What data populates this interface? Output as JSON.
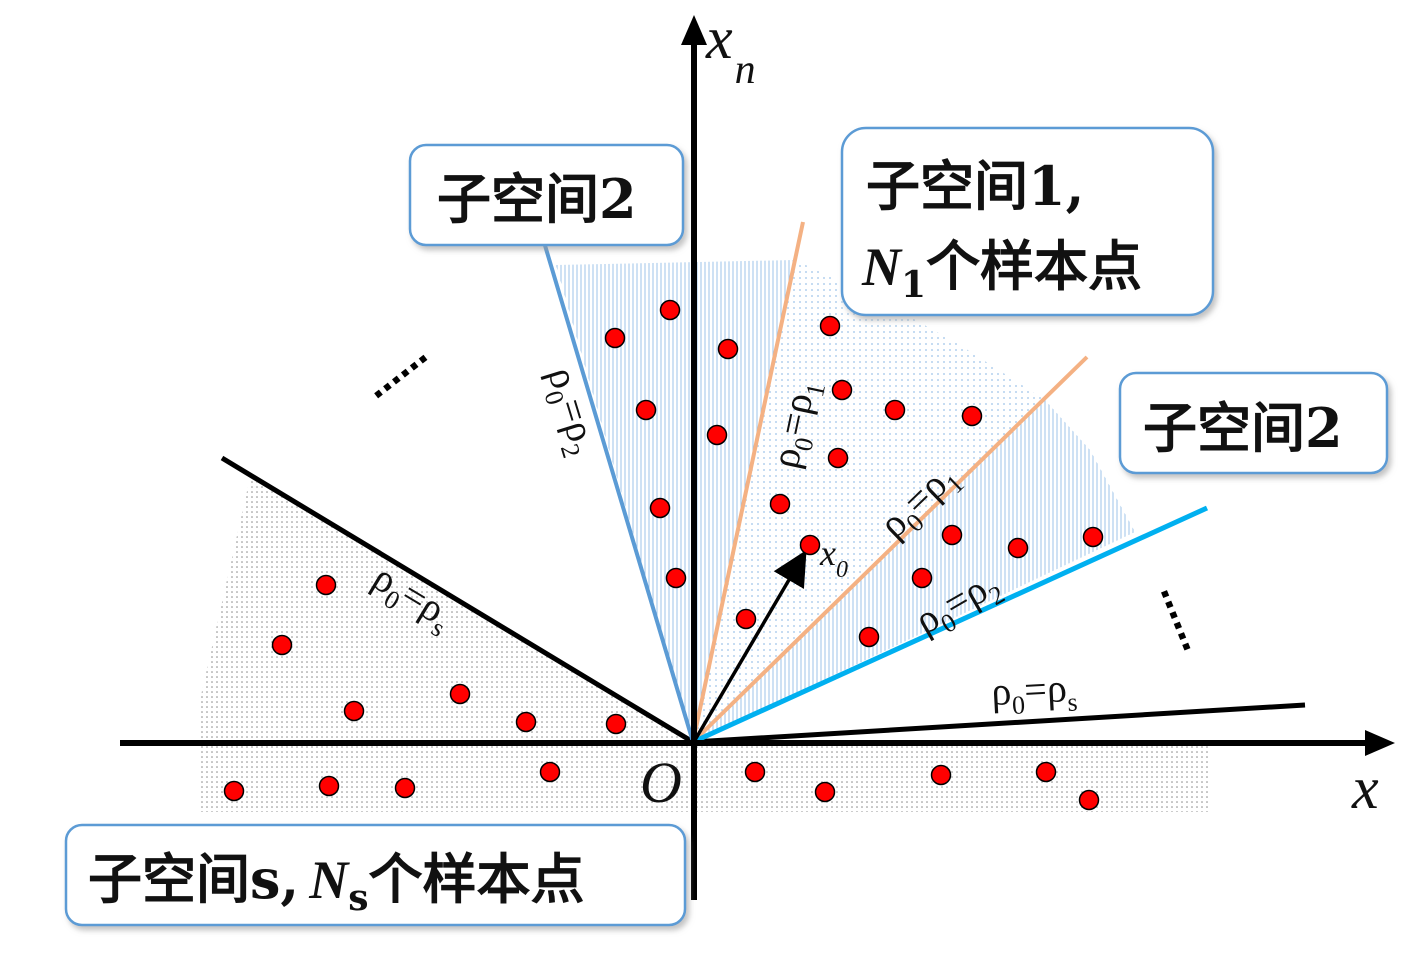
{
  "axes": {
    "vertical_label": "x",
    "vertical_sub": "n",
    "horizontal_label": "x",
    "origin_label": "O",
    "vector_label": "x",
    "vector_sub": "0"
  },
  "boxes": {
    "subspace2_top": {
      "text": "子空间2"
    },
    "subspace1": {
      "line1": "子空间1,",
      "line2_n": "N",
      "line2_sub": "1",
      "line2_rest": "个样本点"
    },
    "subspace2_right": {
      "text": "子空间2"
    },
    "subspace_s": {
      "text1": "子空间s,",
      "n": "N",
      "sub": "s",
      "rest": "个样本点"
    }
  },
  "boundaries": {
    "rho": "ρ",
    "equals": "=",
    "sub0": "0",
    "sub1": "1",
    "sub2": "2",
    "subs": "s"
  },
  "ellipsis": "……",
  "colors": {
    "subspace2_line": "#5b9bd5",
    "subspace1_line": "#f4b183",
    "right_subspace2_line": "#00b0f0",
    "point": "#ff0000",
    "axis": "#000000"
  }
}
